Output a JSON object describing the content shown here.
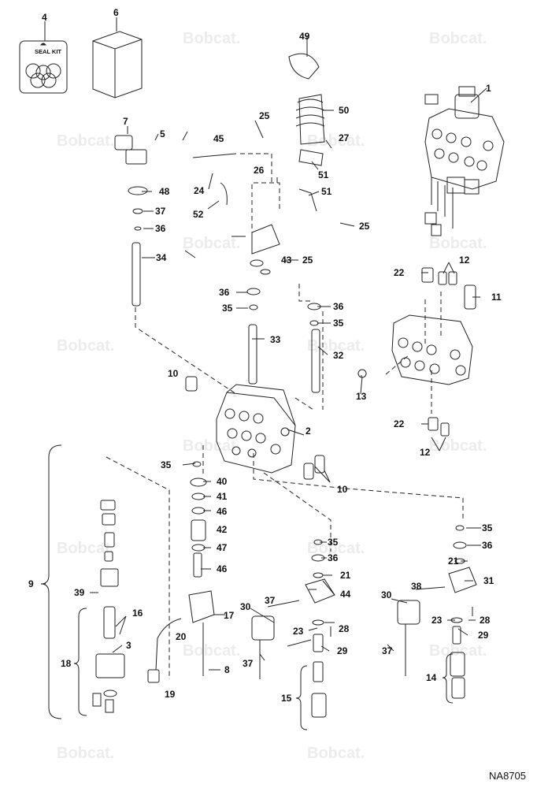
{
  "watermark": {
    "brand": "Bobcat."
  },
  "drawing_code": "NA8705",
  "seal_kit_label": "SEAL KIT",
  "callouts": [
    "1",
    "2",
    "3",
    "4",
    "5",
    "6",
    "7",
    "8",
    "9",
    "10",
    "10",
    "11",
    "12",
    "12",
    "13",
    "14",
    "15",
    "16",
    "17",
    "18",
    "19",
    "20",
    "21",
    "21",
    "22",
    "22",
    "23",
    "23",
    "24",
    "25",
    "25",
    "25",
    "26",
    "27",
    "28",
    "28",
    "29",
    "29",
    "30",
    "30",
    "31",
    "32",
    "33",
    "34",
    "35",
    "35",
    "35",
    "35",
    "35",
    "36",
    "36",
    "36",
    "36",
    "36",
    "37",
    "37",
    "37",
    "37",
    "38",
    "39",
    "40",
    "41",
    "42",
    "43",
    "44",
    "45",
    "46",
    "46",
    "47",
    "48",
    "49",
    "50",
    "51",
    "51",
    "52"
  ]
}
